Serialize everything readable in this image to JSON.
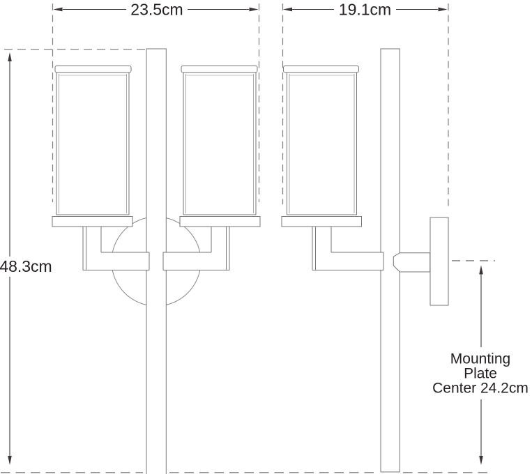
{
  "labels": {
    "width_front": "23.5cm",
    "depth_side": "19.1cm",
    "height": "48.3cm",
    "mounting": {
      "line1": "Mounting",
      "line2": "Plate",
      "line3": "Center 24.2cm"
    }
  },
  "colors": {
    "background": "#ffffff",
    "drawing_line": "#767676",
    "inner_shade_line": "#a9a9a9",
    "backplate_circle_line": "#8a8a8a",
    "dashed_extension_line": "#808080",
    "dimension_line": "#3a3637",
    "text": "#242021"
  }
}
